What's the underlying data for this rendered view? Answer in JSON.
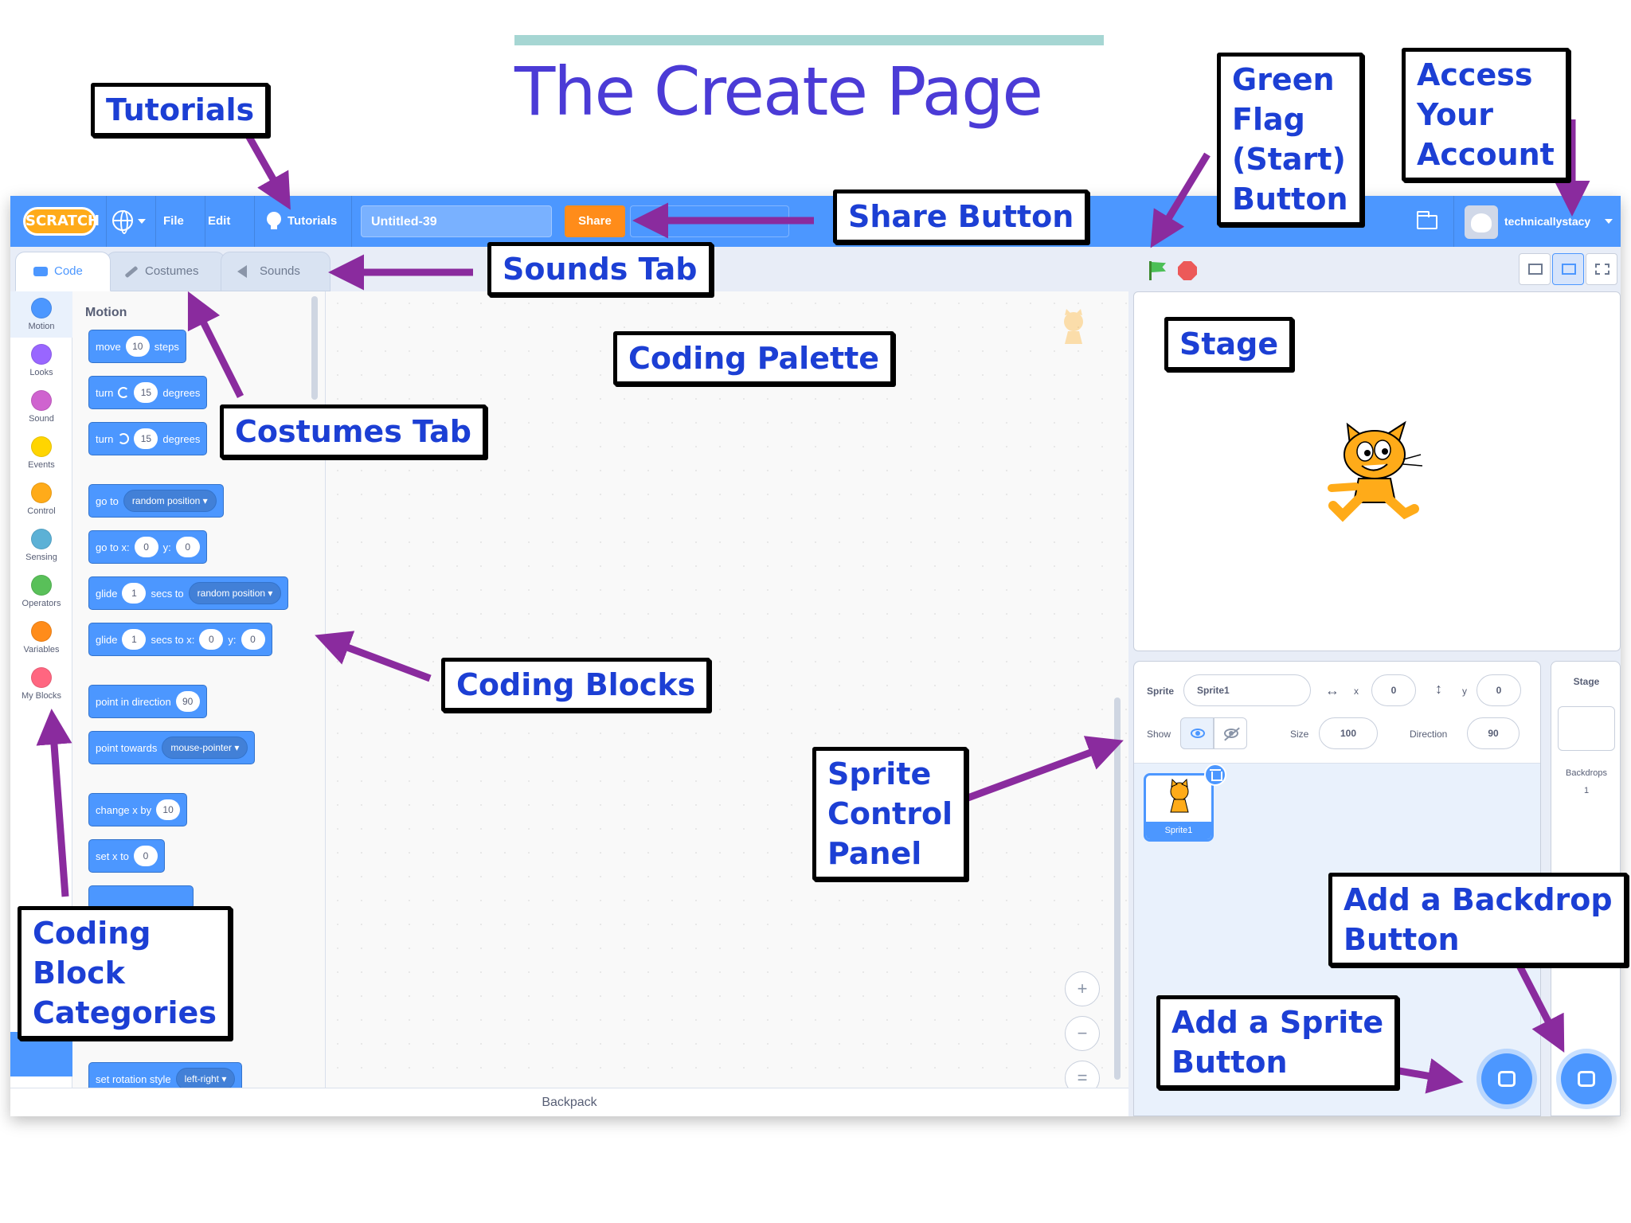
{
  "page_title": "The Create Page",
  "menubar": {
    "logo": "SCRATCH",
    "file": "File",
    "edit": "Edit",
    "tutorials": "Tutorials",
    "project_title": "Untitled-39",
    "share": "Share",
    "username": "technicallystacy"
  },
  "tabs": {
    "code": "Code",
    "costumes": "Costumes",
    "sounds": "Sounds"
  },
  "categories": [
    {
      "label": "Motion",
      "color": "#4c97ff"
    },
    {
      "label": "Looks",
      "color": "#9966ff"
    },
    {
      "label": "Sound",
      "color": "#cf63cf"
    },
    {
      "label": "Events",
      "color": "#ffd500"
    },
    {
      "label": "Control",
      "color": "#ffab19"
    },
    {
      "label": "Sensing",
      "color": "#5cb1d6"
    },
    {
      "label": "Operators",
      "color": "#59c059"
    },
    {
      "label": "Variables",
      "color": "#ff8c1a"
    },
    {
      "label": "My Blocks",
      "color": "#ff6680"
    }
  ],
  "palette": {
    "heading": "Motion",
    "blocks": {
      "move": {
        "a": "move",
        "v": "10",
        "b": "steps"
      },
      "turn_right": {
        "a": "turn",
        "v": "15",
        "b": "degrees"
      },
      "turn_left": {
        "a": "turn",
        "v": "15",
        "b": "degrees"
      },
      "go_to": {
        "a": "go to",
        "d": "random position ▾"
      },
      "go_to_xy": {
        "a": "go to x:",
        "x": "0",
        "y_label": "y:",
        "y": "0"
      },
      "glide_to": {
        "a": "glide",
        "v": "1",
        "b": "secs to",
        "d": "random position ▾"
      },
      "glide_xy": {
        "a": "glide",
        "v": "1",
        "b": "secs to x:",
        "x": "0",
        "y_label": "y:",
        "y": "0"
      },
      "point_dir": {
        "a": "point in direction",
        "v": "90"
      },
      "point_towards": {
        "a": "point towards",
        "d": "mouse-pointer ▾"
      },
      "change_x": {
        "a": "change x by",
        "v": "10"
      },
      "set_x": {
        "a": "set x to",
        "v": "0"
      },
      "rotation": {
        "a": "set rotation style",
        "d": "left-right ▾"
      }
    }
  },
  "backpack": "Backpack",
  "sprite_info": {
    "sprite_label": "Sprite",
    "sprite_name": "Sprite1",
    "x_label": "x",
    "x_value": "0",
    "y_label": "y",
    "y_value": "0",
    "show_label": "Show",
    "size_label": "Size",
    "size_value": "100",
    "direction_label": "Direction",
    "direction_value": "90",
    "x_arrow": "↔",
    "y_arrow": "↕"
  },
  "sprite_list": {
    "thumb_label": "Sprite1"
  },
  "stage_panel": {
    "title": "Stage",
    "backdrops_label": "Backdrops",
    "backdrops_count": "1"
  },
  "zoom": {
    "in": "+",
    "out": "−",
    "reset": "="
  },
  "callouts": {
    "tutorials": [
      "Tutorials"
    ],
    "share": [
      "Share Button"
    ],
    "green_flag": [
      "Green",
      "Flag",
      "(Start)",
      "Button"
    ],
    "account": [
      "Access",
      "Your",
      "Account"
    ],
    "sounds_tab": [
      "Sounds Tab"
    ],
    "coding_palette": [
      "Coding Palette"
    ],
    "stage": [
      "Stage"
    ],
    "costumes_tab": [
      "Costumes Tab"
    ],
    "coding_blocks": [
      "Coding Blocks"
    ],
    "sprite_control": [
      "Sprite",
      "Control",
      "Panel"
    ],
    "add_backdrop": [
      "Add a Backdrop",
      "Button"
    ],
    "add_sprite": [
      "Add a Sprite",
      "Button"
    ],
    "categories": [
      "Coding",
      "Block",
      "Categories"
    ]
  },
  "colors": {
    "title": "#4b3bd6",
    "callout_text": "#1c3fd4",
    "arrow": "#8a2b9e",
    "scratch_blue": "#4c97ff",
    "share_orange": "#ff8c1a"
  }
}
